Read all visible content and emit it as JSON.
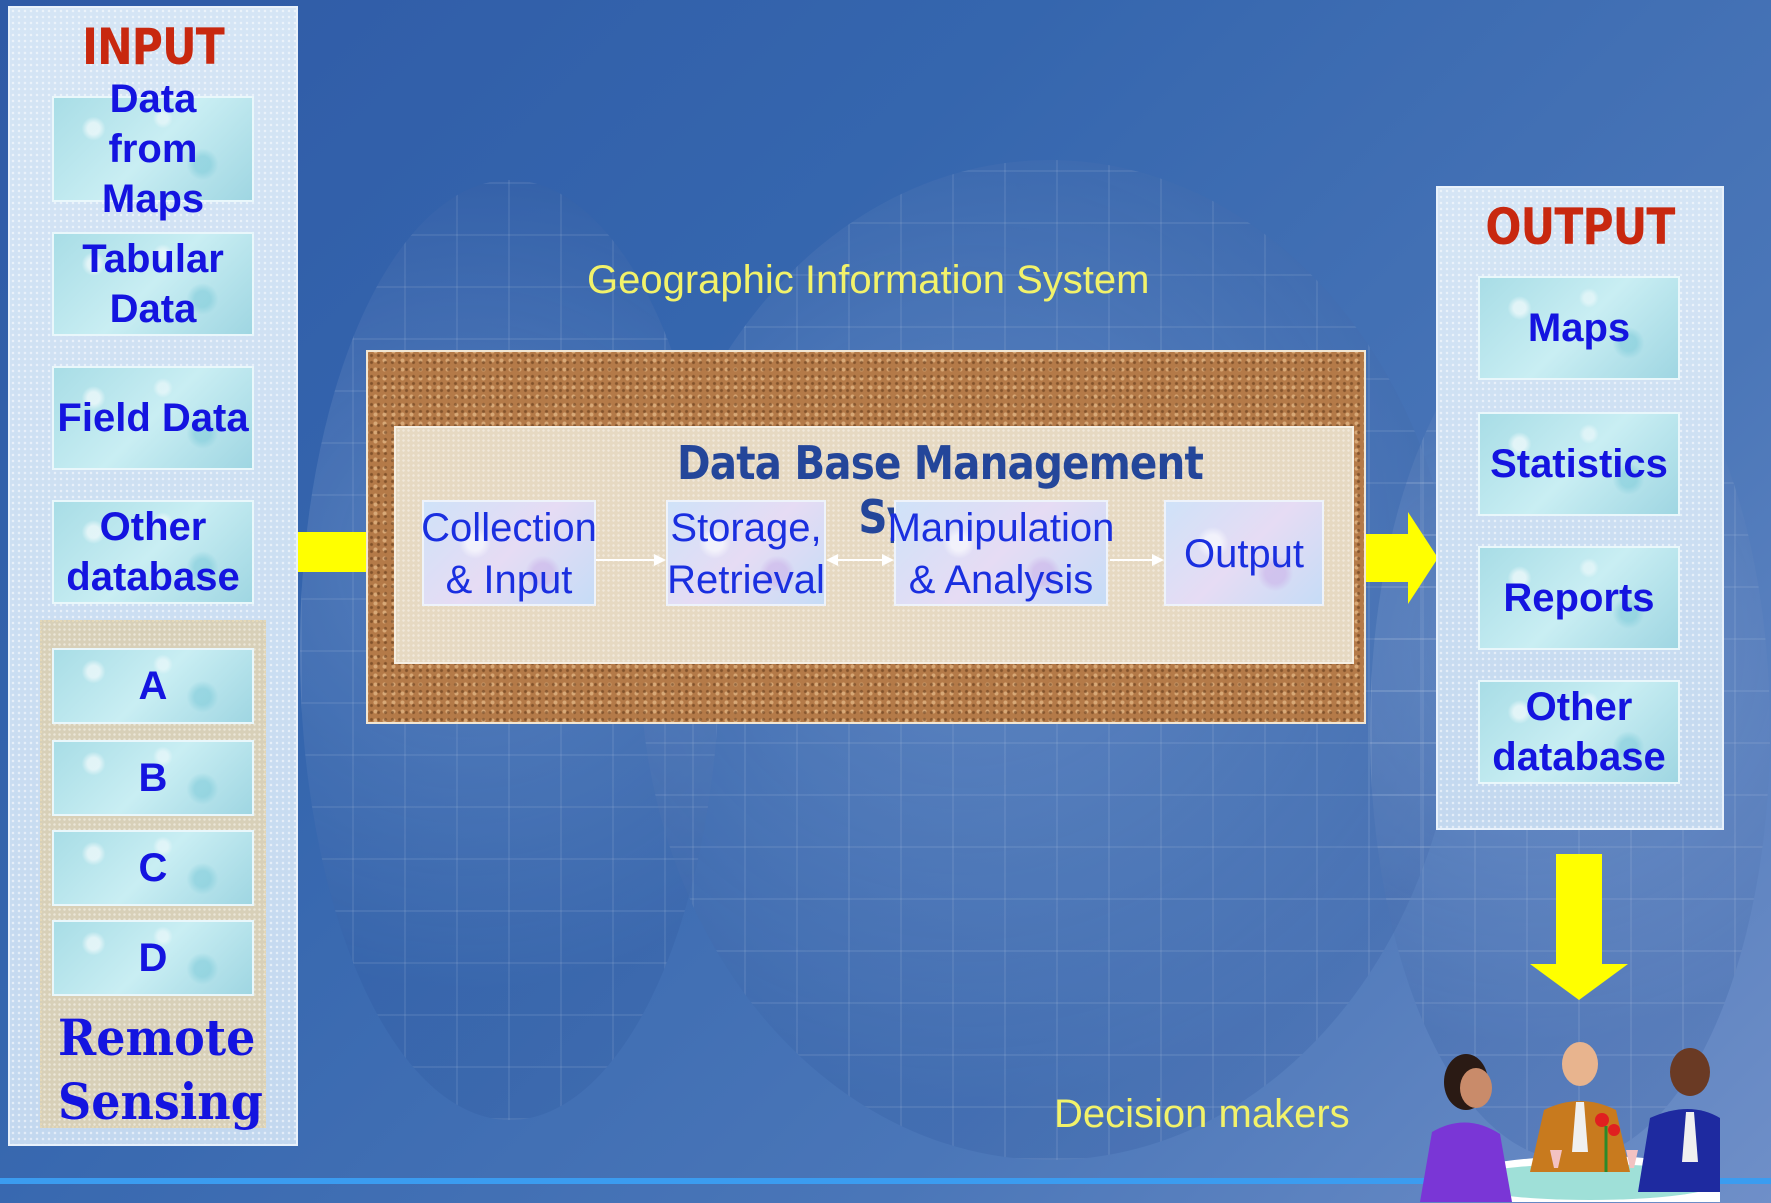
{
  "input": {
    "heading": "INPUT",
    "items": [
      "Data from Maps",
      "Tabular Data",
      "Field Data",
      "Other database"
    ],
    "remote_sensing": {
      "bands": [
        "A",
        "B",
        "C",
        "D"
      ],
      "label": "Remote Sensing"
    }
  },
  "gis": {
    "caption": "Geographic Information System",
    "dbms_title": "Data Base Management System",
    "steps": [
      {
        "line1": "Collection",
        "line2": "& Input"
      },
      {
        "line1": "Storage,",
        "line2": "Retrieval"
      },
      {
        "line1": "Manipulation",
        "line2": "& Analysis"
      },
      {
        "line1": "Output",
        "line2": ""
      }
    ]
  },
  "output": {
    "heading": "OUTPUT",
    "items": [
      "Maps",
      "Statistics",
      "Reports",
      "Other database"
    ]
  },
  "decision_makers": {
    "caption": "Decision makers"
  },
  "colors": {
    "arrow": "#ffff00",
    "heading": "#c8280f",
    "tile_text": "#1414e0",
    "caption": "#f2f26a"
  }
}
